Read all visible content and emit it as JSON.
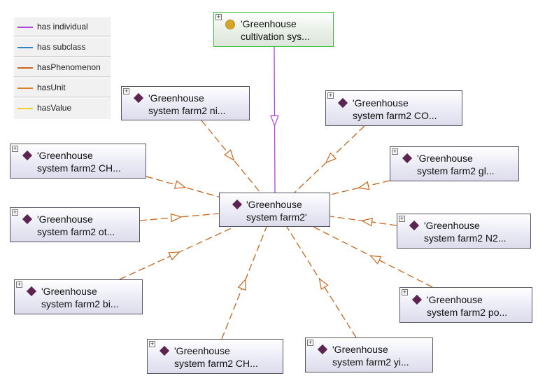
{
  "legend": {
    "items": [
      {
        "label": "has individual",
        "color": "#b044d8"
      },
      {
        "label": "has subclass",
        "color": "#2f86c6"
      },
      {
        "label": "hasPhenomenon",
        "color": "#c8661e"
      },
      {
        "label": "hasUnit",
        "color": "#d8802a"
      },
      {
        "label": "hasValue",
        "color": "#f0d020"
      }
    ]
  },
  "nodes": {
    "class_node": {
      "line1": "'Greenhouse",
      "line2": "cultivation sys...",
      "icon": "class-circle-icon",
      "color": "#d4a52a"
    },
    "center": {
      "line1": "'Greenhouse",
      "line2": "system farm2'",
      "icon": "individual-diamond-icon"
    },
    "ni": {
      "line1": "'Greenhouse",
      "line2": "system farm2 ni..."
    },
    "co": {
      "line1": "'Greenhouse",
      "line2": "system farm2 CO..."
    },
    "ch_left": {
      "line1": "'Greenhouse",
      "line2": "system farm2 CH..."
    },
    "gl": {
      "line1": "'Greenhouse",
      "line2": "system farm2 gl..."
    },
    "ot": {
      "line1": "'Greenhouse",
      "line2": "system farm2 ot..."
    },
    "n2": {
      "line1": "'Greenhouse",
      "line2": "system farm2 N2..."
    },
    "bi": {
      "line1": "'Greenhouse",
      "line2": "system farm2 bi..."
    },
    "po": {
      "line1": "'Greenhouse",
      "line2": "system farm2 po..."
    },
    "ch_bottom": {
      "line1": "'Greenhouse",
      "line2": "system farm2 CH..."
    },
    "yi": {
      "line1": "'Greenhouse",
      "line2": "system farm2 yi..."
    }
  },
  "edges": {
    "individual_color": "#b044d8",
    "property_color": "#c8661e"
  }
}
